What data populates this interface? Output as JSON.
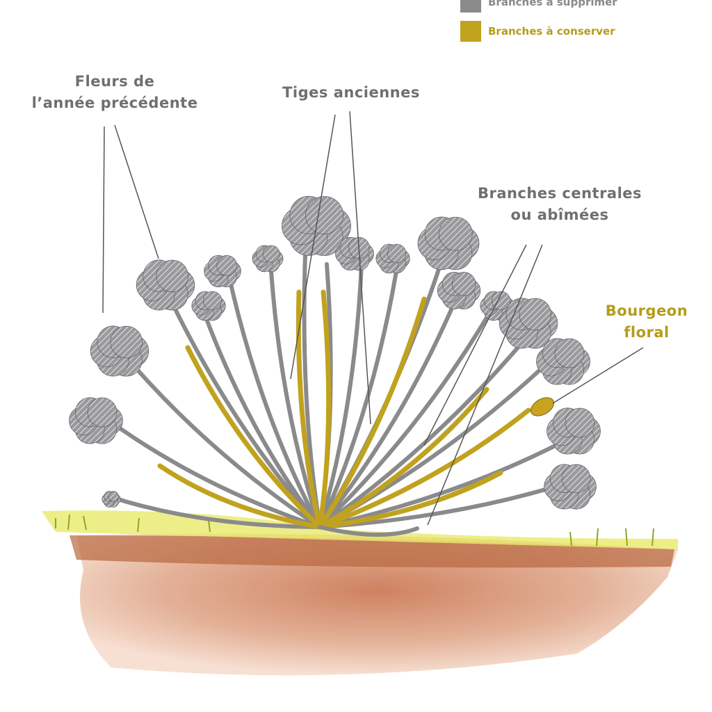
{
  "legend": [
    {
      "label": "Branches à supprimer",
      "color": "#8a8a8c"
    },
    {
      "label": "Branches à conserver",
      "color": "#c0a21e"
    }
  ],
  "labels": {
    "flowers_line1": "Fleurs de",
    "flowers_line2": "l’année précédente",
    "old_stems": "Tiges anciennes",
    "central_line1": "Branches centrales",
    "central_line2": "ou abîmées",
    "bud_line1": "Bourgeon",
    "bud_line2": "floral"
  },
  "colors": {
    "remove": "#8a8a8c",
    "keep": "#c0a21e",
    "soil": "#c8735a",
    "grass": "#b8c83a"
  }
}
